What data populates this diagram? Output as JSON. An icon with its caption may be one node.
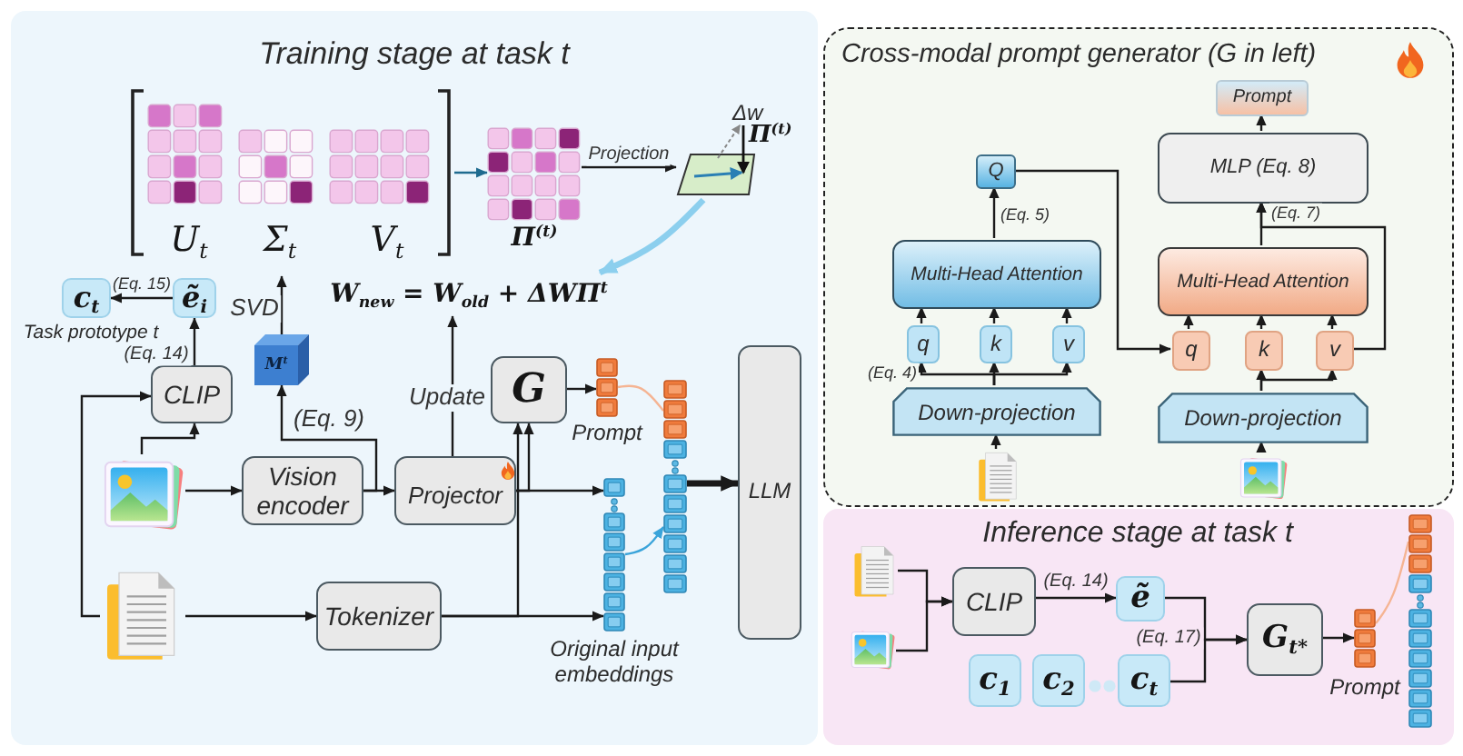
{
  "diagram": {
    "nodes": [
      {
        "text": [
          "Training stage at task t"
        ]
      },
      {
        "text": [
          "U$_{t}$",
          "Σ$_{t}$",
          "V$_{t}$"
        ],
        "in": 0
      },
      {
        "text": [
          "Π$^{(t)}$"
        ],
        "in": 0
      },
      {
        "text": [
          "Δw",
          "Π$^{(t)}$"
        ],
        "in": 0
      },
      {
        "text": [
          "W$_{new}$ = W$_{old}$ + ΔWΠ$^{t}$"
        ],
        "in": 0
      },
      {
        "text": [
          "c$_{t}$"
        ],
        "beside": [
          "Task prototype t"
        ],
        "in": 0
      },
      {
        "text": [
          "ẽ$_{i}$"
        ],
        "in": 0
      },
      {
        "text": [
          "CLIP"
        ],
        "in": 0
      },
      {
        "text": [
          "M$^{t}$"
        ],
        "in": 0
      },
      {
        "text": [
          "Vision encoder"
        ],
        "in": 0
      },
      {
        "text": [
          "Projector"
        ],
        "in": 0
      },
      {
        "text": [
          "G"
        ],
        "in": 0
      },
      {
        "text": [
          "Prompt"
        ],
        "in": 0
      },
      {
        "text": [
          "Original input embeddings"
        ],
        "in": 0
      },
      {
        "text": [],
        "shape": "bar",
        "in": 0
      },
      {
        "text": [
          "LLM"
        ],
        "in": 0
      },
      {
        "text": [],
        "shape": "picture",
        "in": 0
      },
      {
        "text": [],
        "shape": "picture",
        "in": 0
      },
      {
        "text": [
          "Tokenizer"
        ],
        "in": 0
      },
      {
        "text": [
          "Cross-modal prompt generator (G in left)"
        ]
      },
      {
        "text": [
          "Q"
        ],
        "in": 19
      },
      {
        "text": [
          "Multi-Head Attention"
        ],
        "in": 19
      },
      {
        "text": [
          "q"
        ],
        "in": 19
      },
      {
        "text": [
          "k"
        ],
        "in": 19
      },
      {
        "text": [
          "v"
        ],
        "in": 19
      },
      {
        "text": [
          "Down-projection"
        ],
        "in": 19
      },
      {
        "text": [],
        "shape": "picture",
        "in": 19
      },
      {
        "text": [
          "Prompt"
        ],
        "in": 19
      },
      {
        "text": [
          "MLP (Eq. 8)"
        ],
        "in": 19
      },
      {
        "text": [
          "Multi-Head Attention"
        ],
        "in": 19
      },
      {
        "text": [
          "q"
        ],
        "in": 19
      },
      {
        "text": [
          "k"
        ],
        "in": 19
      },
      {
        "text": [
          "v"
        ],
        "in": 19
      },
      {
        "text": [
          "Down-projection"
        ],
        "in": 19
      },
      {
        "text": [],
        "shape": "picture",
        "in": 19
      },
      {
        "text": [
          "Inference stage at task t"
        ]
      },
      {
        "text": [],
        "shape": "picture",
        "in": 35
      },
      {
        "text": [],
        "shape": "picture",
        "in": 35
      },
      {
        "text": [
          "CLIP"
        ],
        "in": 35
      },
      {
        "text": [
          "ẽ"
        ],
        "in": 35
      },
      {
        "text": [
          "c$_{1}$"
        ],
        "in": 35
      },
      {
        "text": [
          "c$_{2}$"
        ],
        "in": 35
      },
      {
        "text": [
          "c$_{t}$"
        ],
        "in": 35
      },
      {
        "text": [
          "G$_{t*}$"
        ],
        "in": 35
      },
      {
        "text": [
          "Prompt"
        ],
        "in": 35
      },
      {
        "text": [],
        "shape": "bar",
        "in": 35
      }
    ],
    "edges": [
      {
        "from": 1,
        "to": 2,
        "arrow": "to",
        "color": "#1f6b8f"
      },
      {
        "from": 2,
        "to": 3,
        "arrow": "to",
        "label": "Projection"
      },
      {
        "from": 3,
        "to": 4,
        "arrow": "to",
        "style": "thick",
        "color": "#8ccfee"
      },
      {
        "from": 6,
        "to": 5,
        "arrow": "to",
        "label": "(Eq. 15)"
      },
      {
        "from": 7,
        "to": 6,
        "arrow": "to",
        "label": "(Eq. 14)"
      },
      {
        "from": 8,
        "to": 1,
        "arrow": "to",
        "label": "SVD"
      },
      {
        "from": 9,
        "to": 8,
        "arrow": "to",
        "label": "(Eq. 9)"
      },
      {
        "from": 9,
        "to": 10,
        "arrow": "to"
      },
      {
        "from": 10,
        "to": 4,
        "arrow": "to",
        "label": "Update"
      },
      {
        "from": 11,
        "to": 12,
        "arrow": "to"
      },
      {
        "from": 10,
        "to": 13,
        "arrow": "to"
      },
      {
        "from": 10,
        "to": 11,
        "arrow": "to"
      },
      {
        "from": 18,
        "to": 11,
        "arrow": "to"
      },
      {
        "from": 18,
        "to": 13,
        "arrow": "to"
      },
      {
        "from": 16,
        "to": 9,
        "arrow": "to"
      },
      {
        "from": 16,
        "to": 7,
        "arrow": "to"
      },
      {
        "from": 17,
        "to": 7,
        "arrow": "to"
      },
      {
        "from": 17,
        "to": 18,
        "arrow": "to"
      },
      {
        "from": 12,
        "to": 14,
        "arrow": "none",
        "color": "#f5b493"
      },
      {
        "from": 13,
        "to": 14,
        "arrow": "to",
        "color": "#3aa4da"
      },
      {
        "from": 14,
        "to": 15,
        "arrow": "to",
        "style": "thick"
      },
      {
        "from": 21,
        "to": 20,
        "arrow": "to",
        "label": "(Eq. 5)"
      },
      {
        "from": 22,
        "to": 21,
        "arrow": "to"
      },
      {
        "from": 23,
        "to": 21,
        "arrow": "to"
      },
      {
        "from": 24,
        "to": 21,
        "arrow": "to"
      },
      {
        "from": 25,
        "to": 22,
        "arrow": "to",
        "label": "(Eq. 4)"
      },
      {
        "from": 25,
        "to": 23,
        "arrow": "to"
      },
      {
        "from": 25,
        "to": 24,
        "arrow": "to"
      },
      {
        "from": 26,
        "to": 25,
        "arrow": "to"
      },
      {
        "from": 20,
        "to": 30,
        "arrow": "to"
      },
      {
        "from": 30,
        "to": 29,
        "arrow": "to"
      },
      {
        "from": 31,
        "to": 29,
        "arrow": "to"
      },
      {
        "from": 32,
        "to": 29,
        "arrow": "to"
      },
      {
        "from": 33,
        "to": 31,
        "arrow": "to"
      },
      {
        "from": 33,
        "to": 32,
        "arrow": "to"
      },
      {
        "from": 34,
        "to": 33,
        "arrow": "to"
      },
      {
        "from": 29,
        "to": 28,
        "arrow": "to",
        "label": "(Eq. 7)"
      },
      {
        "from": 32,
        "to": 28,
        "arrow": "to"
      },
      {
        "from": 28,
        "to": 27,
        "arrow": "to"
      },
      {
        "from": 36,
        "to": 38,
        "arrow": "to"
      },
      {
        "from": 37,
        "to": 38,
        "arrow": "to"
      },
      {
        "from": 38,
        "to": 39,
        "arrow": "to",
        "label": "(Eq. 14)"
      },
      {
        "from": 39,
        "to": 43,
        "arrow": "to",
        "label": "(Eq. 17)"
      },
      {
        "from": 42,
        "to": 43,
        "arrow": "to"
      },
      {
        "from": 43,
        "to": 44,
        "arrow": "to"
      },
      {
        "from": 44,
        "to": 45,
        "arrow": "none",
        "color": "#f5b493"
      }
    ]
  }
}
